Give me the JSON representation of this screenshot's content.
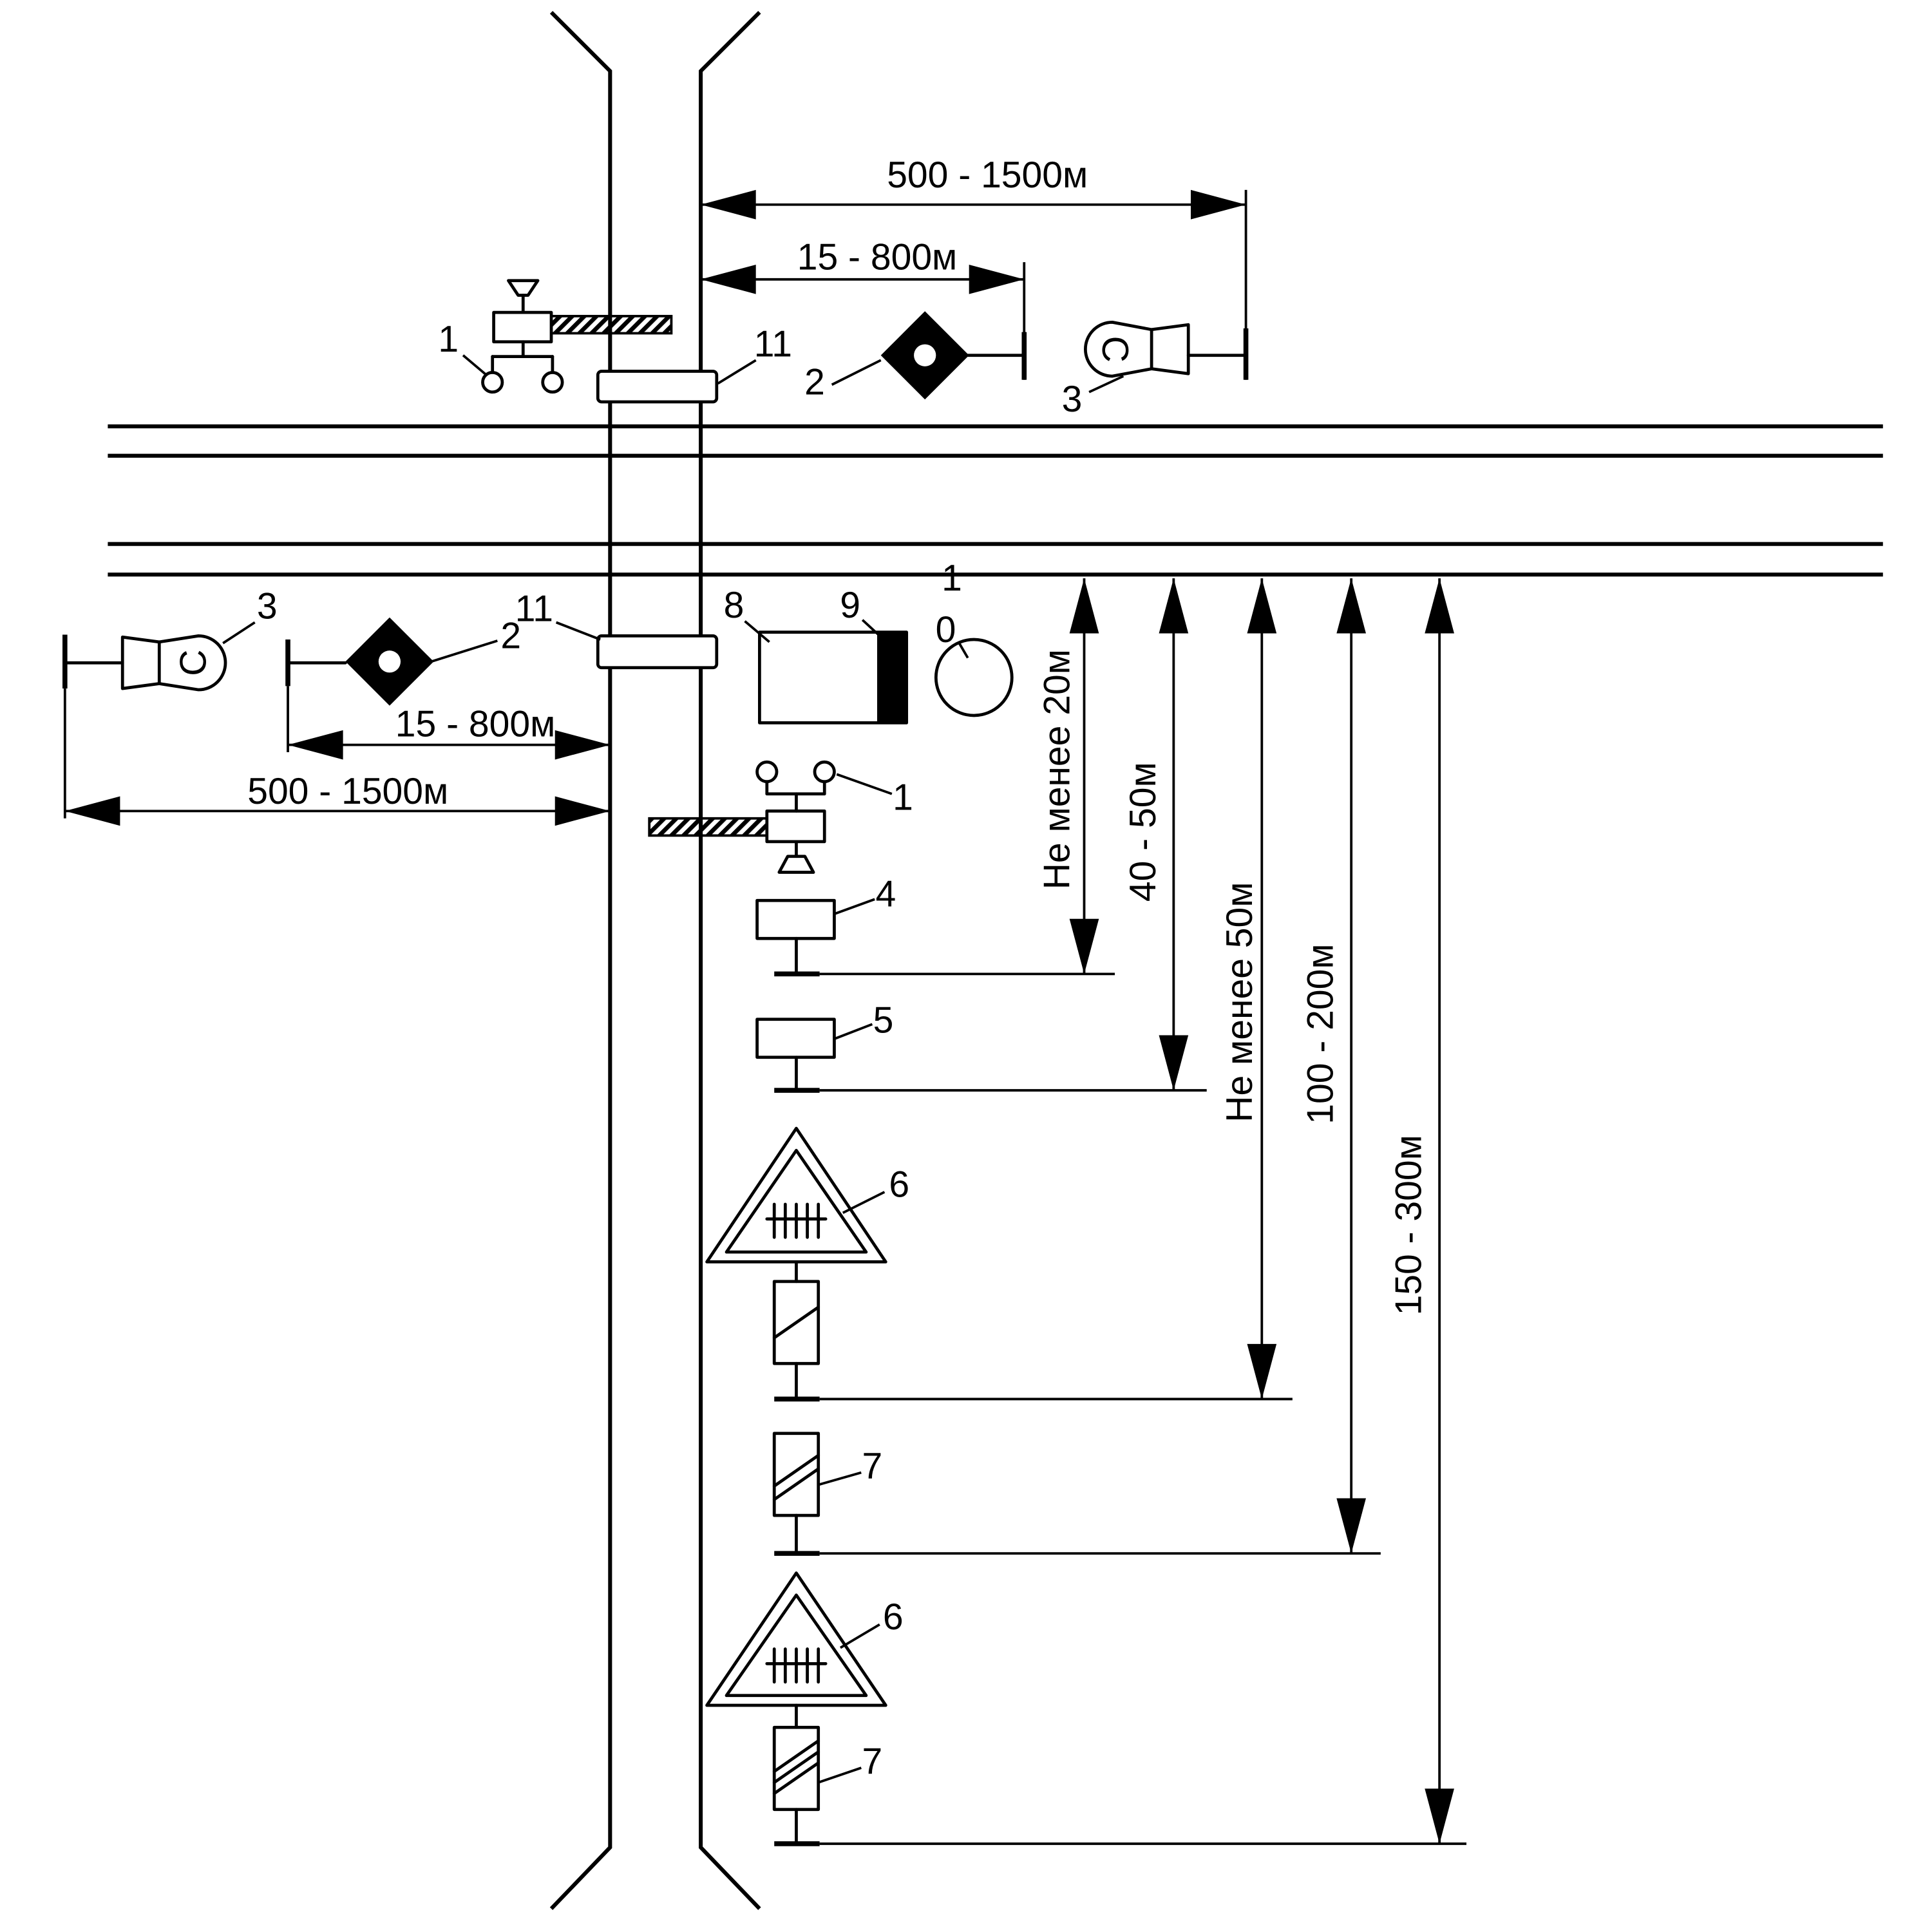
{
  "dimensions": {
    "top": {
      "far": "500 - 1500м",
      "near": "15 - 800м"
    },
    "bottom": {
      "near": "15 - 800м",
      "far": "500 - 1500м"
    },
    "vertical": {
      "to_item_4": "Не менее 20м",
      "to_item_5": "40 - 50м",
      "to_item_6": "Не менее 50м",
      "to_item_7_upper": "100 - 200м",
      "to_item_7_lower": "150 - 300м"
    }
  },
  "labels": {
    "top_side": {
      "item_1": "1",
      "item_11": "11",
      "item_2": "2",
      "item_3": "3"
    },
    "bottom_side": {
      "item_3": "3",
      "item_2": "2",
      "item_11": "11",
      "item_8": "8",
      "item_9": "9",
      "item_10": [
        "1",
        "0"
      ],
      "item_1": "1",
      "item_4": "4",
      "item_5": "5",
      "item_6_upper": "6",
      "item_7_upper": "7",
      "item_6_lower": "6",
      "item_7_lower": "7"
    }
  },
  "sign_letter": "С"
}
